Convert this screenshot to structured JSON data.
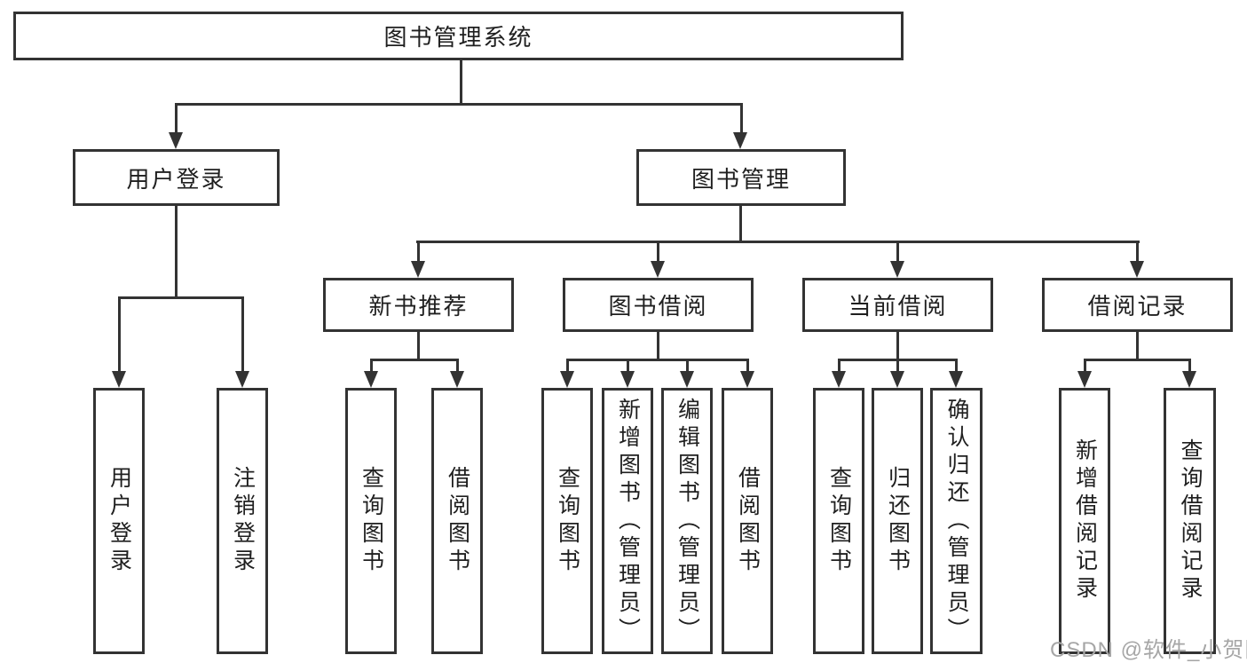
{
  "colors": {
    "line": "#333333",
    "text": "#1f1f1f",
    "background": "#ffffff",
    "watermark": "#a6a6a6"
  },
  "watermark": "CSDN @软件_小贺同学",
  "tree": {
    "root": "图书管理系统",
    "branches": [
      {
        "label": "用户登录",
        "children": [
          "用户登录",
          "注销登录"
        ]
      },
      {
        "label": "图书管理",
        "children": [
          {
            "label": "新书推荐",
            "children": [
              "查询图书",
              "借阅图书"
            ]
          },
          {
            "label": "图书借阅",
            "children": [
              "查询图书",
              "新增图书（管理员）",
              "编辑图书（管理员）",
              "借阅图书"
            ]
          },
          {
            "label": "当前借阅",
            "children": [
              "查询图书",
              "归还图书",
              "确认归还（管理员）"
            ]
          },
          {
            "label": "借阅记录",
            "children": [
              "新增借阅记录",
              "查询借阅记录"
            ]
          }
        ]
      }
    ]
  }
}
